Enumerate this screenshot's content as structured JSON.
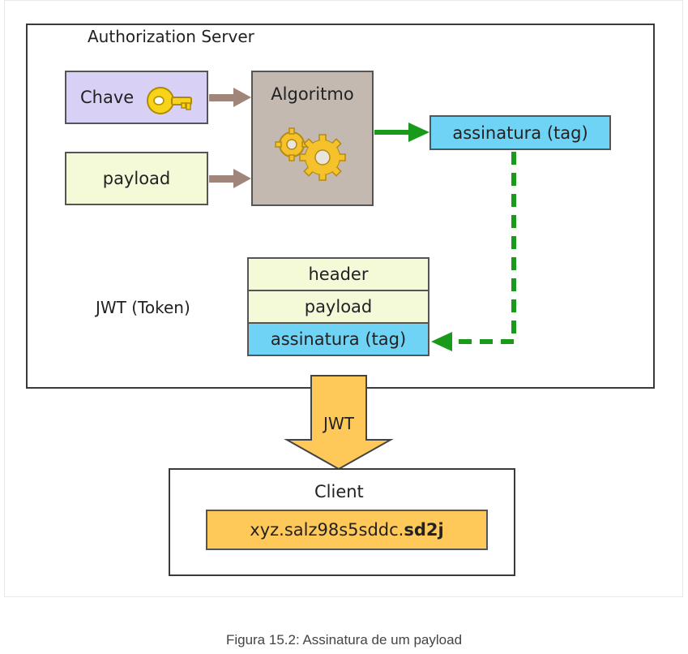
{
  "diagram": {
    "server_title": "Authorization Server",
    "chave_label": "Chave",
    "payload_label": "payload",
    "algorithm_label": "Algoritmo",
    "signature_label": "assinatura (tag)",
    "jwt_label": "JWT (Token)",
    "jwt_rows": [
      "header",
      "payload",
      "assinatura (tag)"
    ],
    "arrow_label": "JWT",
    "client_title": "Client",
    "token_plain": "xyz.salz98s5sddc.",
    "token_bold": "sd2j"
  },
  "caption": "Figura 15.2: Assinatura de um payload",
  "colors": {
    "key_box": "#d8d1f5",
    "payload_box": "#f4fad8",
    "algorithm_box": "#c4b9b0",
    "signature_box": "#6fd3f5",
    "token_box": "#ffc95a",
    "green_arrow": "#1a9a1a",
    "brown_arrow": "#a0857a"
  },
  "icons": [
    "key-icon",
    "gears-icon"
  ]
}
